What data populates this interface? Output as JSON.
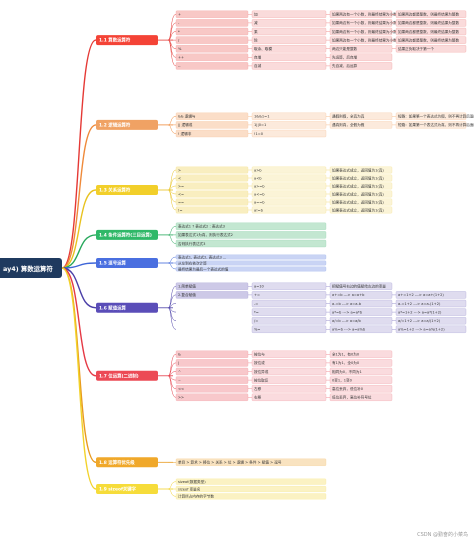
{
  "root": {
    "label": "ay4) 算数运算符",
    "color": "#1f3a5f"
  },
  "branches": [
    {
      "label": "1.1 算数运算符",
      "color": "#e53935",
      "bg": "#f44336",
      "rows": [
        {
          "op": "+",
          "desc": "加",
          "note": "如果两边有一个小数，则最终结果为小数",
          "extra": "如果两边都是整数，则最终结果为整数"
        },
        {
          "op": "-",
          "desc": "减",
          "note": "如果两边有一个小数，则最终结果为小数",
          "extra": "如果两边都是整数，则最终结果为整数"
        },
        {
          "op": "*",
          "desc": "乘",
          "note": "如果两边有一个小数，则最终结果为小数",
          "extra": "如果两边都是整数，则最终结果为整数"
        },
        {
          "op": "/",
          "desc": "除",
          "note": "如果两边有一个小数，则最终结果为小数",
          "extra": "如果两边都是整数，则最终结果为整数"
        },
        {
          "op": "%",
          "desc": "取余、取模",
          "note": "两边只能是整数",
          "extra": "结果正负取决于第一个"
        },
        {
          "op": "++",
          "desc": "自增",
          "note": "先运算，后自增",
          "extra": ""
        },
        {
          "op": "--",
          "desc": "自减",
          "note": "先自减，后运算",
          "extra": ""
        }
      ]
    },
    {
      "label": "1.2 逻辑运算符",
      "color": "#ef8a3a",
      "bg": "#f0a264",
      "rows": [
        {
          "op": "&& 逻辑与",
          "desc": "1&&1=1",
          "note": "遇假则假，全真为真",
          "extra": "短路：如果第一个表达式为假，则不再计算后面的表达式"
        },
        {
          "op": "|| 逻辑或",
          "desc": "1||0=1",
          "note": "遇真则真，全假为假",
          "extra": "短路：如果第一个表达式为真，则不再计算后面的表达式"
        },
        {
          "op": "! 逻辑非",
          "desc": "!1=0",
          "note": "",
          "extra": ""
        }
      ]
    },
    {
      "label": "1.3 关系运算符",
      "color": "#e8c21e",
      "bg": "#f2cf2a",
      "rows": [
        {
          "op": ">",
          "desc": "a>b",
          "note": "如果表达式成立，返回值为1(真)",
          "extra": ""
        },
        {
          "op": "<",
          "desc": "a<b",
          "note": "如果表达式成立，返回值为1(真)",
          "extra": ""
        },
        {
          "op": ">=",
          "desc": "a>=b",
          "note": "如果表达式成立，返回值为1(真)",
          "extra": ""
        },
        {
          "op": "<=",
          "desc": "a<=b",
          "note": "如果表达式成立，返回值为1(真)",
          "extra": ""
        },
        {
          "op": "==",
          "desc": "a==b",
          "note": "如果表达式成立，返回值为1(真)",
          "extra": ""
        },
        {
          "op": "!=",
          "desc": "a!=b",
          "note": "如果表达式成立，返回值为1(真)",
          "extra": ""
        }
      ]
    },
    {
      "label": "1.4 条件运算符(三目运算)",
      "color": "#27a85c",
      "bg": "#2fb868",
      "rows": [
        {
          "op": "表达式1 ? 表达式2 : 表达式3",
          "desc": "",
          "note": "",
          "extra": ""
        },
        {
          "op": "如果表达式1为真，则执行表达式2",
          "desc": "",
          "note": "",
          "extra": ""
        },
        {
          "op": "否则执行表达式3",
          "desc": "",
          "note": "",
          "extra": ""
        }
      ]
    },
    {
      "label": "1.5 逗号运算",
      "color": "#3f66d8",
      "bg": "#4a6fe0",
      "rows": [
        {
          "op": "表达式1, 表达式2, 表达式3 ...",
          "desc": "",
          "note": "",
          "extra": ""
        },
        {
          "op": "从左到右依次计算",
          "desc": "",
          "note": "",
          "extra": ""
        },
        {
          "op": "最终结果为最后一个表达式的值",
          "desc": "",
          "note": "",
          "extra": ""
        }
      ]
    },
    {
      "label": "1.6 赋值运算",
      "color": "#4b3fa8",
      "bg": "#5a4db8",
      "rows": [
        {
          "op": "1.简单赋值",
          "desc": "a=10",
          "note": "把赋值号右边的值赋给左边的变量",
          "extra": ""
        },
        {
          "op": "2.复合赋值",
          "desc": "+=",
          "note": "a+=b ---> a=a+b",
          "extra": "a+=1+2 ---> a=a+(1+2)"
        },
        {
          "op": "",
          "desc": "-=",
          "note": "a-=b ---> a=a-b",
          "extra": "a-=1+2 ---> a=a-(1+2)"
        },
        {
          "op": "",
          "desc": "*=",
          "note": "a*=b ---> a=a*b",
          "extra": "a*=1+2 ---> a=a*(1+2)"
        },
        {
          "op": "",
          "desc": "/=",
          "note": "a/=b ---> a=a/b",
          "extra": "a/=1+2 ---> a=a/(1+2)"
        },
        {
          "op": "",
          "desc": "%=",
          "note": "a%=b ---> a=a%b",
          "extra": "a%=1+2 ---> a=a%(1+2)"
        }
      ]
    },
    {
      "label": "1.7 位运算(二进制)",
      "color": "#e53945",
      "bg": "#ec4a55",
      "rows": [
        {
          "op": "&",
          "desc": "按位与",
          "note": "全1为1，有0为0",
          "extra": ""
        },
        {
          "op": "|",
          "desc": "按位或",
          "note": "有1为1，全0为0",
          "extra": ""
        },
        {
          "op": "^",
          "desc": "按位异或",
          "note": "相同为0，不同为1",
          "extra": ""
        },
        {
          "op": "~",
          "desc": "按位取反",
          "note": "0变1，1变0",
          "extra": ""
        },
        {
          "op": "<<",
          "desc": "左移",
          "note": "高位丢弃，低位补0",
          "extra": ""
        },
        {
          "op": ">>",
          "desc": "右移",
          "note": "低位丢弃，高位补符号位",
          "extra": ""
        }
      ]
    },
    {
      "label": "1.8 运算符优先级",
      "color": "#e89a1e",
      "bg": "#f0a82a",
      "rows": [
        {
          "op": "单目 > 算术 > 移位 > 关系 > 位 > 逻辑 > 条件 > 赋值 > 逗号",
          "desc": "",
          "note": "",
          "extra": ""
        }
      ]
    },
    {
      "label": "1.9 sizeof关键字",
      "color": "#f2d22a",
      "bg": "#f6dc3a",
      "rows": [
        {
          "op": "sizeof(数据类型)",
          "desc": "",
          "note": "",
          "extra": ""
        },
        {
          "op": "sizeof 变量名",
          "desc": "",
          "note": "",
          "extra": ""
        },
        {
          "op": "计算所占内存的字节数",
          "desc": "",
          "note": "",
          "extra": ""
        }
      ]
    }
  ],
  "watermark": "CSDN @勤奋的小菜鸟"
}
